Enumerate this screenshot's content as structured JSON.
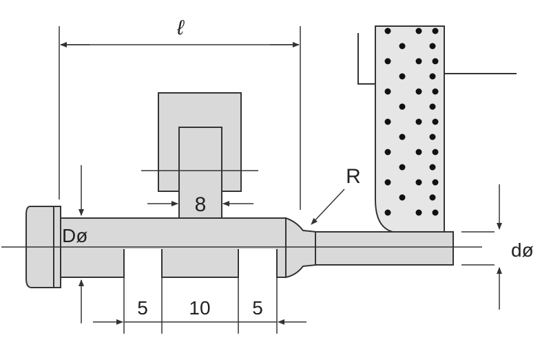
{
  "labels": {
    "length": "ℓ",
    "head_diameter": "Dø",
    "fixture_width": "8",
    "radius": "R",
    "tip_diameter": "dø",
    "left_gap": "5",
    "center_width": "10",
    "right_gap": "5"
  },
  "colors": {
    "part_fill": "#d9d9d9",
    "outline": "#333333",
    "wheel_fill": "#e6e6e6",
    "dot": "#111111"
  }
}
